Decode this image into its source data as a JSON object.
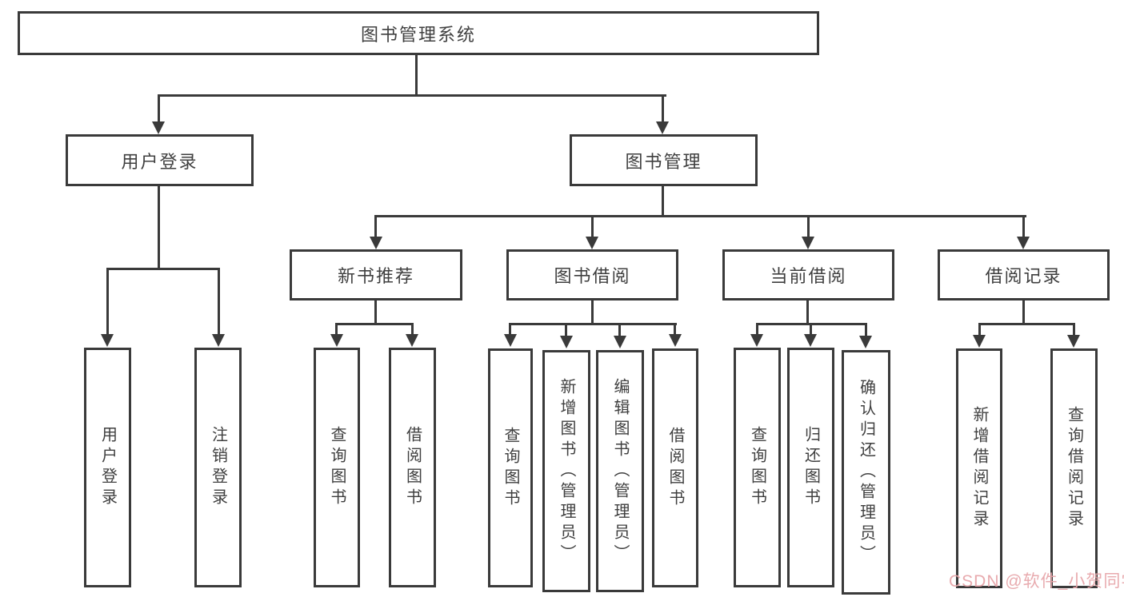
{
  "tree": {
    "label": "图书管理系统",
    "children": [
      {
        "label": "用户登录",
        "children": [
          {
            "label": "用户登录"
          },
          {
            "label": "注销登录"
          }
        ]
      },
      {
        "label": "图书管理",
        "children": [
          {
            "label": "新书推荐",
            "children": [
              {
                "label": "查询图书"
              },
              {
                "label": "借阅图书"
              }
            ]
          },
          {
            "label": "图书借阅",
            "children": [
              {
                "label": "查询图书"
              },
              {
                "label": "新增图书（管理员）"
              },
              {
                "label": "编辑图书（管理员）"
              },
              {
                "label": "借阅图书"
              }
            ]
          },
          {
            "label": "当前借阅",
            "children": [
              {
                "label": "查询图书"
              },
              {
                "label": "归还图书"
              },
              {
                "label": "确认归还（管理员）"
              }
            ]
          },
          {
            "label": "借阅记录",
            "children": [
              {
                "label": "新增借阅记录"
              },
              {
                "label": "查询借阅记录"
              }
            ]
          }
        ]
      }
    ]
  },
  "watermark": {
    "text": "CSDN @软件_小贺同学"
  },
  "colors": {
    "line": "#3a3a3a",
    "text": "#3f3f3f",
    "watermark": "#e7a6aa",
    "background": "#ffffff"
  }
}
